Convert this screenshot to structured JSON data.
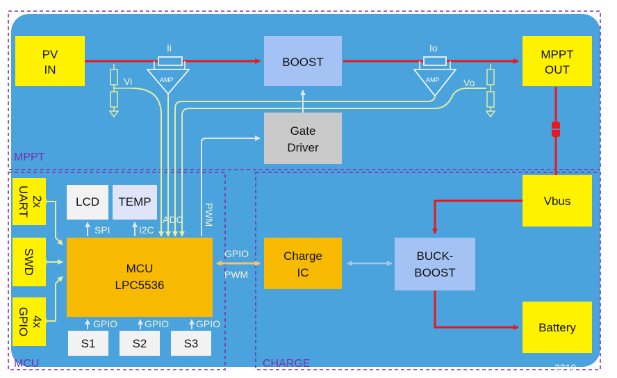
{
  "blocks": {
    "pv_in": [
      "PV",
      "IN"
    ],
    "boost": "BOOST",
    "mppt_out": [
      "MPPT",
      "OUT"
    ],
    "gate_driver": [
      "Gate",
      "Driver"
    ],
    "vbus": "Vbus",
    "battery": "Battery",
    "charge_ic": [
      "Charge",
      "IC"
    ],
    "buck_boost": [
      "BUCK-",
      "BOOST"
    ],
    "mcu": [
      "MCU",
      "LPC5536"
    ],
    "lcd": "LCD",
    "temp": "TEMP",
    "uart": [
      "2x",
      "UART"
    ],
    "swd": "SWD",
    "gpio4": [
      "4x",
      "GPIO"
    ],
    "s1": "S1",
    "s2": "S2",
    "s3": "S3"
  },
  "labels": {
    "ii": "Ii",
    "io": "Io",
    "vi": "Vi",
    "vo": "Vo",
    "amp": "AMP",
    "adc": "ADC",
    "pwm": "PWM",
    "spi": "SPI",
    "i2c": "I2C",
    "gpio": "GPIO",
    "gpio_link": "GPIO",
    "pwm_link": "PWM"
  },
  "sections": {
    "mppt": "MPPT",
    "mcu": "MCU",
    "charge": "CHARGE"
  },
  "watermark": "3210",
  "colors": {
    "panel": "#4aa3dd",
    "yellow": "#fff200",
    "orange": "#f8ba00",
    "light_blue": "#a4c2f4",
    "gray": "#c9c9c9",
    "red": "#e8171f",
    "signal": "#e3eca0",
    "dash": "#7a2fb0"
  }
}
